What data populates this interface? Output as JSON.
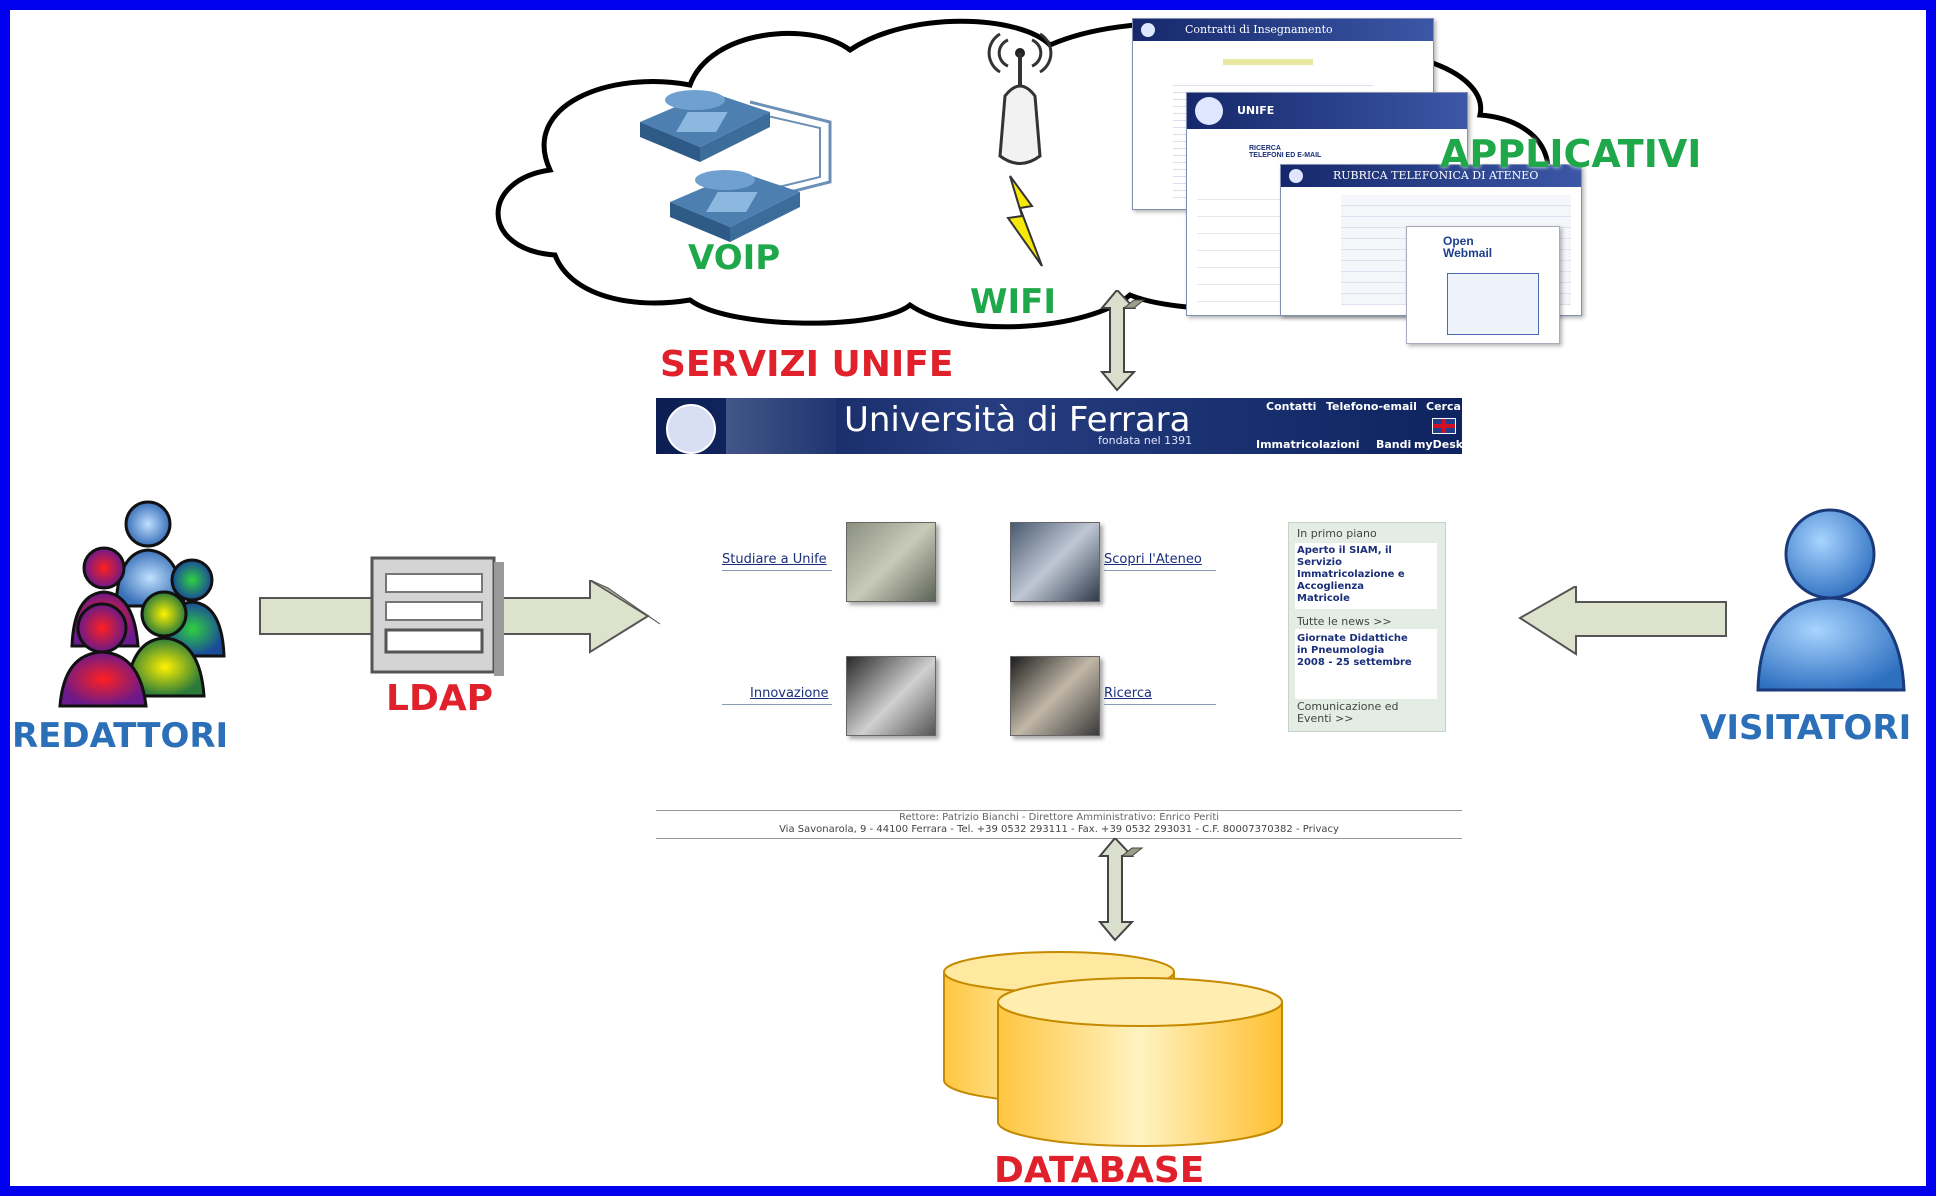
{
  "labels": {
    "voip": "VOIP",
    "wifi": "WIFI",
    "applicativi": "APPLICATIVI",
    "servizi": "SERVIZI UNIFE",
    "ldap": "LDAP",
    "redattori": "REDATTORI",
    "visitatori": "VISITATORI",
    "database": "DATABASE"
  },
  "apps": {
    "contratti_title": "Contratti di Insegnamento",
    "unife_title": "UNIFE",
    "ricerca": "RICERCA\nTELEFONI ED E-MAIL",
    "rubrica_title": "RUBRICA TELEFONICA DI ATENEO",
    "webmail": "Open\nWebmail"
  },
  "unife": {
    "title": "Università di Ferrara",
    "subtitle": "fondata nel 1391",
    "nav_top": [
      "Contatti",
      "Telefono-email",
      "Cerca"
    ],
    "nav_bottom": [
      "Immatricolazioni",
      "Bandi",
      "myDesk"
    ],
    "links": {
      "studiare": "Studiare a Unife",
      "scopri": "Scopri l'Ateneo",
      "innovazione": "Innovazione",
      "ricerca": "Ricerca"
    },
    "sidebar": {
      "heading": "In primo piano",
      "item1": "Aperto il SIAM, il\nServizio\nImmatricolazione e\nAccoglienza\nMatricole",
      "news": "Tutte le news >>",
      "item2": "Giornate Didattiche\nin Pneumologia\n2008 - 25 settembre",
      "events": "Comunicazione ed\nEventi >>"
    },
    "footer1": "Rettore: Patrizio Bianchi - Direttore Amministrativo: Enrico Periti",
    "footer2": "Via Savonarola, 9 - 44100 Ferrara - Tel. +39 0532 293111 - Fax. +39 0532 293031 - C.F. 80007370382 - Privacy"
  }
}
